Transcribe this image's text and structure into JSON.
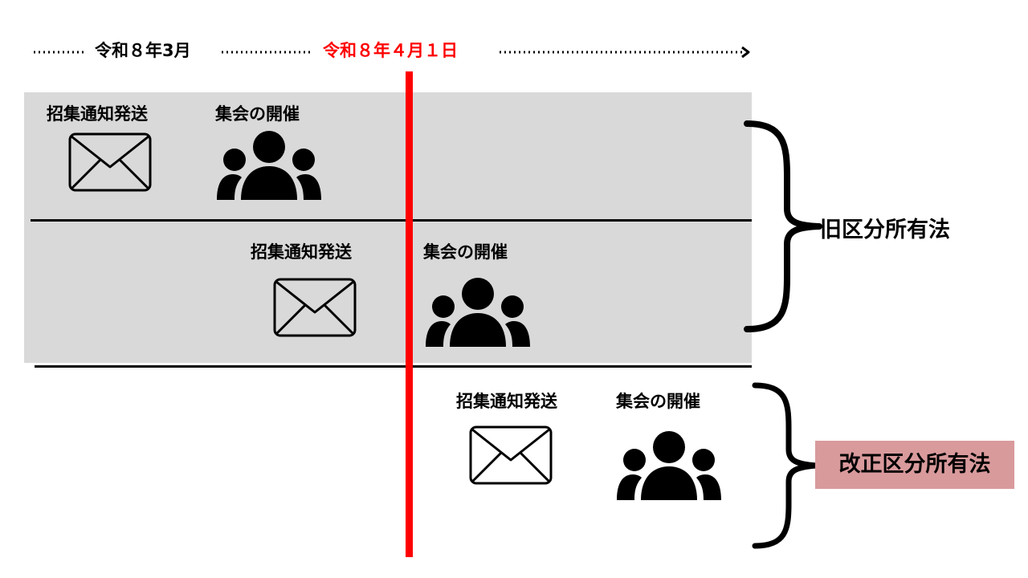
{
  "colors": {
    "accent_red": "#ff0000",
    "panel_gray": "#d9d9d9",
    "highlight_pink": "#d99a9c"
  },
  "timeline": {
    "left_date": "令和８年3月",
    "red_date": "令和８年４月１日"
  },
  "rows": [
    {
      "send_label": "招集通知発送",
      "meeting_label": "集会の開催",
      "icons": [
        "envelope-icon",
        "people-group-icon"
      ]
    },
    {
      "send_label": "招集通知発送",
      "meeting_label": "集会の開催",
      "icons": [
        "envelope-icon",
        "people-group-icon"
      ]
    },
    {
      "send_label": "招集通知発送",
      "meeting_label": "集会の開催",
      "icons": [
        "envelope-icon",
        "people-group-icon"
      ]
    }
  ],
  "law_labels": {
    "old": "旧区分所有法",
    "new": "改正区分所有法"
  }
}
